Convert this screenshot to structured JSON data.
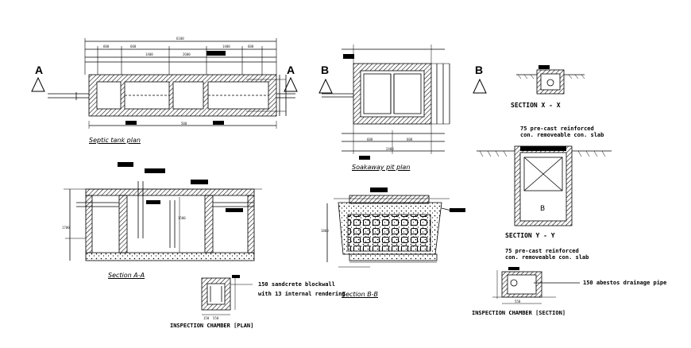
{
  "drawings": {
    "septic_tank_plan": {
      "title": "Septic tank plan",
      "overall": "6100",
      "dims_top": [
        "600",
        "600",
        "1400",
        "2600",
        "1400",
        "600"
      ],
      "dims_bottom": [
        "500"
      ]
    },
    "soakaway_pit_plan": {
      "title": "Soakaway pit plan",
      "dims": [
        "2400",
        "600",
        "600"
      ]
    },
    "section_aa": {
      "title": "Section A-A",
      "height": "1700",
      "inner": "1500"
    },
    "section_bb": {
      "title": "Section B-B",
      "height": "1800"
    },
    "section_xx": {
      "title": "SECTION X - X"
    },
    "section_yy": {
      "title": "SECTION Y - Y",
      "letter": "B",
      "slab_note": [
        "75 pre-cast reinforced",
        "con. removeable con. slab"
      ]
    },
    "inspection_plan": {
      "title": "INSPECTION CHAMBER [PLAN]",
      "note": [
        "150 sandcrete blockwall",
        "with 13 internal rendering"
      ],
      "dims": [
        "550",
        "150"
      ]
    },
    "inspection_section": {
      "title": "INSPECTION CHAMBER [SECTION]",
      "slab_note": [
        "75 pre-cast reinforced",
        "con. removeable con. slab"
      ],
      "pipe_note": "150 abestos drainage pipe",
      "dims": [
        "550"
      ]
    }
  },
  "markers": {
    "A_left": "A",
    "A_right": "A",
    "B_left": "B",
    "B_right": "B"
  }
}
